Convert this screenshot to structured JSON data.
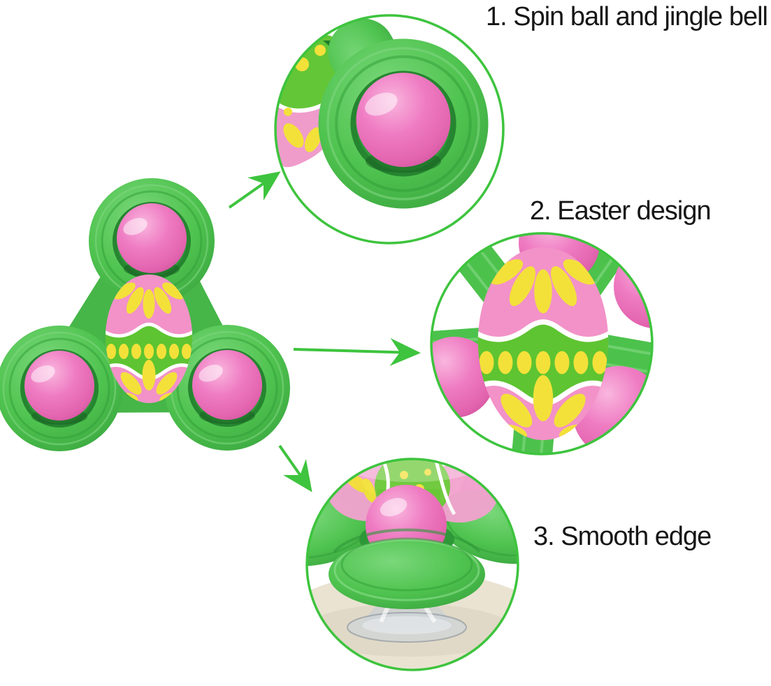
{
  "page": {
    "type": "product-feature-diagram",
    "background": "#ffffff"
  },
  "annotations": [
    {
      "id": 1,
      "label": "1. Spin ball and jingle bell"
    },
    {
      "id": 2,
      "label": "2. Easter design"
    },
    {
      "id": 3,
      "label": "3. Smooth edge"
    }
  ],
  "colors": {
    "body-green": "#4cc24c",
    "body-green-dark": "#2f9e38",
    "body-green-light": "#8ce08c",
    "ball-pink": "#ee72c0",
    "ball-pink-light": "#f9b6de",
    "ball-pink-dark": "#d156a0",
    "egg-pink": "#f292c8",
    "egg-green": "#5ec431",
    "egg-yellow": "#f3e13a",
    "accent-green": "#3ec43e",
    "floor-beige": "#eae3d2",
    "text": "#161616"
  }
}
